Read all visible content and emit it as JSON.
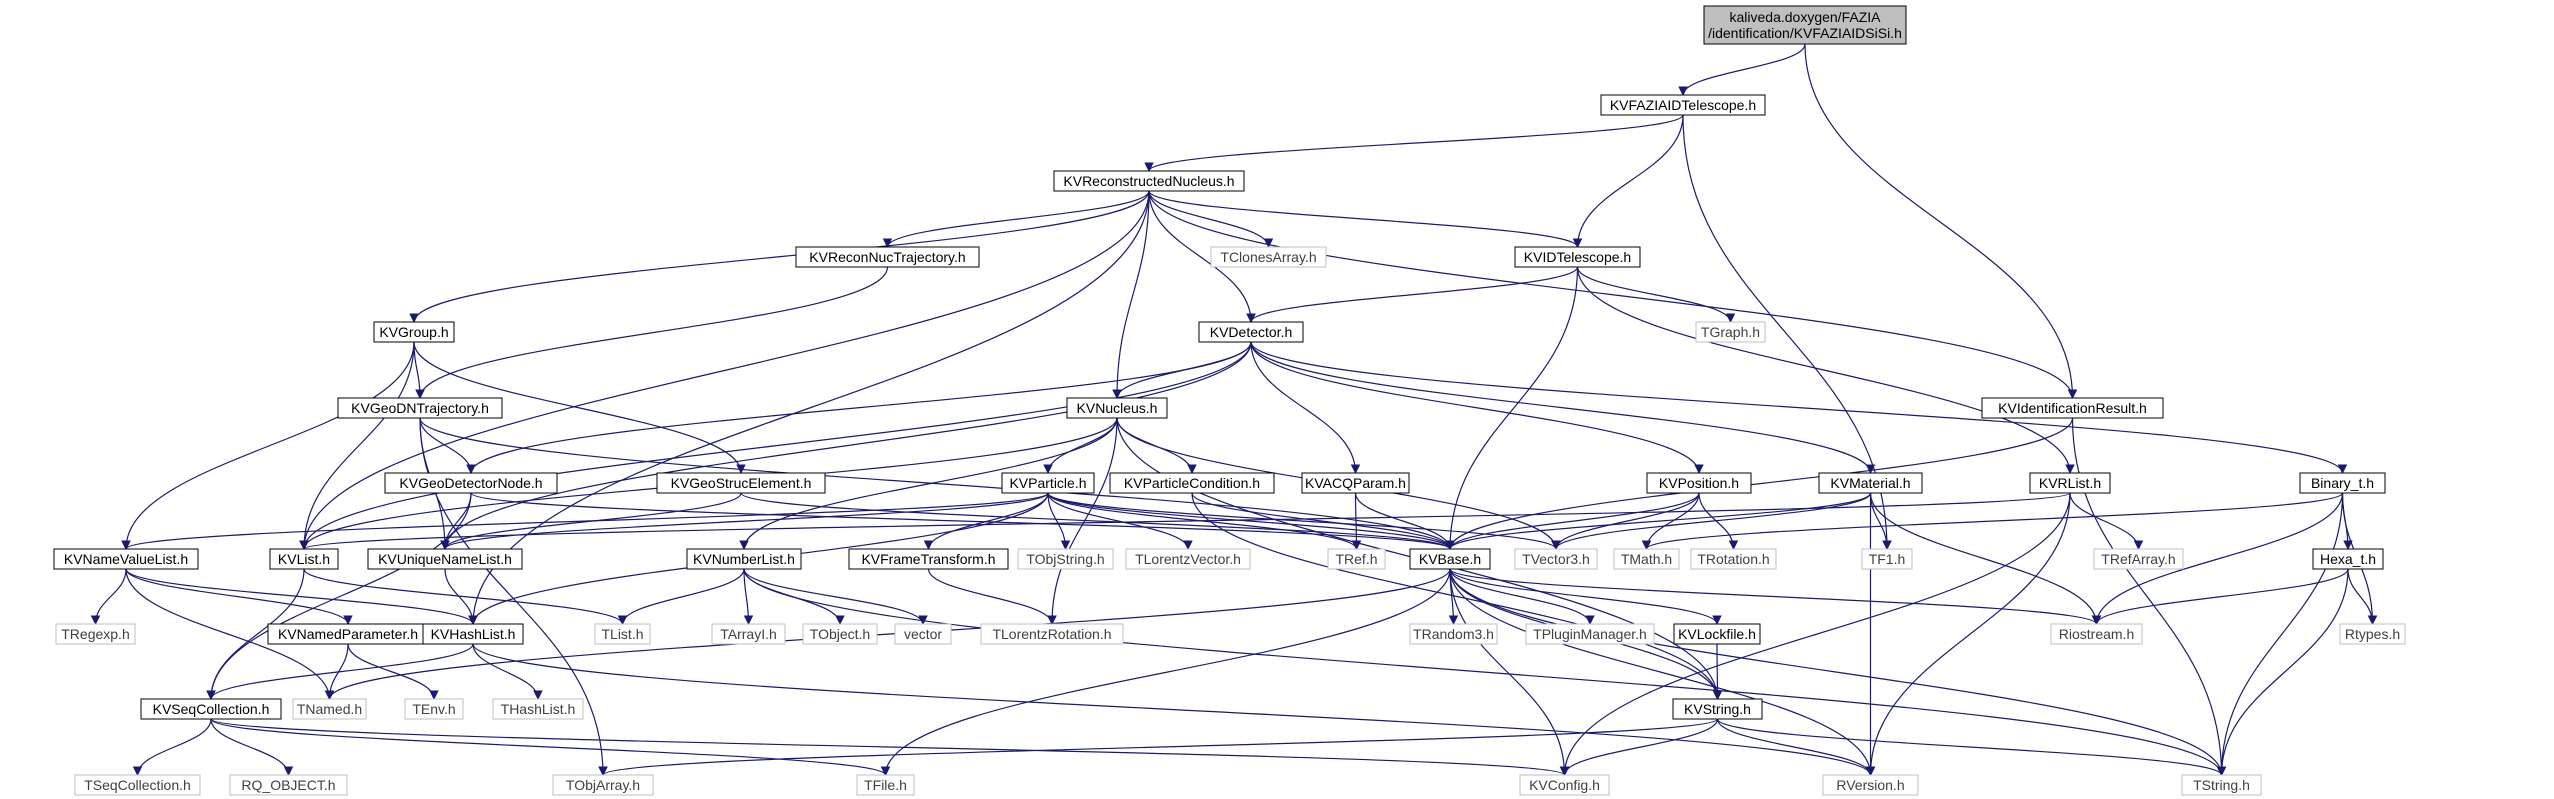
{
  "graph": {
    "colors": {
      "edge": "#191970",
      "root_fill": "#bfbfbf",
      "documented_border": "#000000",
      "external_border": "#bfbfbf",
      "external_text": "#404040"
    },
    "nodes": [
      {
        "id": "root",
        "lines": [
          "kaliveda.doxygen/FAZIA",
          "/identification/KVFAZIAIDSiSi.h"
        ],
        "kind": "root"
      },
      {
        "id": "KVFAZIAIDTelescope",
        "lines": [
          "KVFAZIAIDTelescope.h"
        ],
        "kind": "doc"
      },
      {
        "id": "KVReconstructedNucleus",
        "lines": [
          "KVReconstructedNucleus.h"
        ],
        "kind": "doc"
      },
      {
        "id": "TClonesArray",
        "lines": [
          "TClonesArray.h"
        ],
        "kind": "ext"
      },
      {
        "id": "KVReconNucTrajectory",
        "lines": [
          "KVReconNucTrajectory.h"
        ],
        "kind": "doc"
      },
      {
        "id": "KVIDTelescope",
        "lines": [
          "KVIDTelescope.h"
        ],
        "kind": "doc"
      },
      {
        "id": "TGraph",
        "lines": [
          "TGraph.h"
        ],
        "kind": "ext"
      },
      {
        "id": "KVGroup",
        "lines": [
          "KVGroup.h"
        ],
        "kind": "doc"
      },
      {
        "id": "KVDetector",
        "lines": [
          "KVDetector.h"
        ],
        "kind": "doc"
      },
      {
        "id": "KVGeoDNTrajectory",
        "lines": [
          "KVGeoDNTrajectory.h"
        ],
        "kind": "doc"
      },
      {
        "id": "KVNucleus",
        "lines": [
          "KVNucleus.h"
        ],
        "kind": "doc"
      },
      {
        "id": "KVIdentificationResult",
        "lines": [
          "KVIdentificationResult.h"
        ],
        "kind": "doc"
      },
      {
        "id": "KVGeoDetectorNode",
        "lines": [
          "KVGeoDetectorNode.h"
        ],
        "kind": "doc"
      },
      {
        "id": "KVGeoStrucElement",
        "lines": [
          "KVGeoStrucElement.h"
        ],
        "kind": "doc"
      },
      {
        "id": "KVParticle",
        "lines": [
          "KVParticle.h"
        ],
        "kind": "doc"
      },
      {
        "id": "KVParticleCondition",
        "lines": [
          "KVParticleCondition.h"
        ],
        "kind": "doc"
      },
      {
        "id": "KVACQParam",
        "lines": [
          "KVACQParam.h"
        ],
        "kind": "doc"
      },
      {
        "id": "KVPosition",
        "lines": [
          "KVPosition.h"
        ],
        "kind": "doc"
      },
      {
        "id": "KVMaterial",
        "lines": [
          "KVMaterial.h"
        ],
        "kind": "doc"
      },
      {
        "id": "KVRList",
        "lines": [
          "KVRList.h"
        ],
        "kind": "doc"
      },
      {
        "id": "Binary_t",
        "lines": [
          "Binary_t.h"
        ],
        "kind": "doc"
      },
      {
        "id": "KVNameValueList",
        "lines": [
          "KVNameValueList.h"
        ],
        "kind": "doc"
      },
      {
        "id": "KVList",
        "lines": [
          "KVList.h"
        ],
        "kind": "doc"
      },
      {
        "id": "KVUniqueNameList",
        "lines": [
          "KVUniqueNameList.h"
        ],
        "kind": "doc"
      },
      {
        "id": "KVNumberList",
        "lines": [
          "KVNumberList.h"
        ],
        "kind": "doc"
      },
      {
        "id": "KVFrameTransform",
        "lines": [
          "KVFrameTransform.h"
        ],
        "kind": "doc"
      },
      {
        "id": "TObjString",
        "lines": [
          "TObjString.h"
        ],
        "kind": "ext"
      },
      {
        "id": "TLorentzVector",
        "lines": [
          "TLorentzVector.h"
        ],
        "kind": "ext"
      },
      {
        "id": "TRef",
        "lines": [
          "TRef.h"
        ],
        "kind": "ext"
      },
      {
        "id": "KVBase",
        "lines": [
          "KVBase.h"
        ],
        "kind": "doc"
      },
      {
        "id": "TVector3",
        "lines": [
          "TVector3.h"
        ],
        "kind": "ext"
      },
      {
        "id": "TMath",
        "lines": [
          "TMath.h"
        ],
        "kind": "ext"
      },
      {
        "id": "TRotation",
        "lines": [
          "TRotation.h"
        ],
        "kind": "ext"
      },
      {
        "id": "TF1",
        "lines": [
          "TF1.h"
        ],
        "kind": "ext"
      },
      {
        "id": "TRefArray",
        "lines": [
          "TRefArray.h"
        ],
        "kind": "ext"
      },
      {
        "id": "Hexa_t",
        "lines": [
          "Hexa_t.h"
        ],
        "kind": "doc"
      },
      {
        "id": "TRegexp",
        "lines": [
          "TRegexp.h"
        ],
        "kind": "ext"
      },
      {
        "id": "KVNamedParameter",
        "lines": [
          "KVNamedParameter.h"
        ],
        "kind": "doc"
      },
      {
        "id": "KVHashList",
        "lines": [
          "KVHashList.h"
        ],
        "kind": "doc"
      },
      {
        "id": "TList",
        "lines": [
          "TList.h"
        ],
        "kind": "ext"
      },
      {
        "id": "TArrayI",
        "lines": [
          "TArrayI.h"
        ],
        "kind": "ext"
      },
      {
        "id": "TObject",
        "lines": [
          "TObject.h"
        ],
        "kind": "ext"
      },
      {
        "id": "vector",
        "lines": [
          "vector"
        ],
        "kind": "ext"
      },
      {
        "id": "TLorentzRotation",
        "lines": [
          "TLorentzRotation.h"
        ],
        "kind": "ext"
      },
      {
        "id": "TRandom3",
        "lines": [
          "TRandom3.h"
        ],
        "kind": "ext"
      },
      {
        "id": "TPluginManager",
        "lines": [
          "TPluginManager.h"
        ],
        "kind": "ext"
      },
      {
        "id": "KVLockfile",
        "lines": [
          "KVLockfile.h"
        ],
        "kind": "doc"
      },
      {
        "id": "Riostream",
        "lines": [
          "Riostream.h"
        ],
        "kind": "ext"
      },
      {
        "id": "Rtypes",
        "lines": [
          "Rtypes.h"
        ],
        "kind": "ext"
      },
      {
        "id": "KVSeqCollection",
        "lines": [
          "KVSeqCollection.h"
        ],
        "kind": "doc"
      },
      {
        "id": "TNamed",
        "lines": [
          "TNamed.h"
        ],
        "kind": "ext"
      },
      {
        "id": "TEnv",
        "lines": [
          "TEnv.h"
        ],
        "kind": "ext"
      },
      {
        "id": "THashList",
        "lines": [
          "THashList.h"
        ],
        "kind": "ext"
      },
      {
        "id": "KVString",
        "lines": [
          "KVString.h"
        ],
        "kind": "doc"
      },
      {
        "id": "TSeqCollection",
        "lines": [
          "TSeqCollection.h"
        ],
        "kind": "ext"
      },
      {
        "id": "RQ_OBJECT",
        "lines": [
          "RQ_OBJECT.h"
        ],
        "kind": "ext"
      },
      {
        "id": "TObjArray",
        "lines": [
          "TObjArray.h"
        ],
        "kind": "ext"
      },
      {
        "id": "TFile",
        "lines": [
          "TFile.h"
        ],
        "kind": "ext"
      },
      {
        "id": "KVConfig",
        "lines": [
          "KVConfig.h"
        ],
        "kind": "ext"
      },
      {
        "id": "RVersion",
        "lines": [
          "RVersion.h"
        ],
        "kind": "ext"
      },
      {
        "id": "TString",
        "lines": [
          "TString.h"
        ],
        "kind": "ext"
      }
    ],
    "edges": [
      [
        "root",
        "KVFAZIAIDTelescope"
      ],
      [
        "root",
        "KVIdentificationResult"
      ],
      [
        "KVFAZIAIDTelescope",
        "KVReconstructedNucleus"
      ],
      [
        "KVFAZIAIDTelescope",
        "KVIDTelescope"
      ],
      [
        "KVFAZIAIDTelescope",
        "TF1"
      ],
      [
        "KVReconstructedNucleus",
        "TClonesArray"
      ],
      [
        "KVReconstructedNucleus",
        "KVReconNucTrajectory"
      ],
      [
        "KVReconstructedNucleus",
        "KVIDTelescope"
      ],
      [
        "KVReconstructedNucleus",
        "KVGroup"
      ],
      [
        "KVReconstructedNucleus",
        "KVDetector"
      ],
      [
        "KVReconstructedNucleus",
        "KVNucleus"
      ],
      [
        "KVReconstructedNucleus",
        "KVIdentificationResult"
      ],
      [
        "KVReconstructedNucleus",
        "KVList"
      ],
      [
        "KVReconstructedNucleus",
        "KVHashList"
      ],
      [
        "KVReconNucTrajectory",
        "KVGeoDNTrajectory"
      ],
      [
        "KVIDTelescope",
        "TGraph"
      ],
      [
        "KVIDTelescope",
        "KVDetector"
      ],
      [
        "KVIDTelescope",
        "KVRList"
      ],
      [
        "KVIDTelescope",
        "KVBase"
      ],
      [
        "KVGroup",
        "KVGeoDNTrajectory"
      ],
      [
        "KVGroup",
        "KVGeoStrucElement"
      ],
      [
        "KVGroup",
        "KVNameValueList"
      ],
      [
        "KVGroup",
        "KVList"
      ],
      [
        "KVDetector",
        "KVNucleus"
      ],
      [
        "KVDetector",
        "KVGeoDetectorNode"
      ],
      [
        "KVDetector",
        "KVACQParam"
      ],
      [
        "KVDetector",
        "KVPosition"
      ],
      [
        "KVDetector",
        "KVMaterial"
      ],
      [
        "KVDetector",
        "Binary_t"
      ],
      [
        "KVDetector",
        "KVList"
      ],
      [
        "KVDetector",
        "KVUniqueNameList"
      ],
      [
        "KVGeoDNTrajectory",
        "KVGeoDetectorNode"
      ],
      [
        "KVGeoDNTrajectory",
        "KVUniqueNameList"
      ],
      [
        "KVGeoDNTrajectory",
        "KVBase"
      ],
      [
        "KVGeoDNTrajectory",
        "TObjArray"
      ],
      [
        "KVNucleus",
        "KVParticle"
      ],
      [
        "KVNucleus",
        "KVParticleCondition"
      ],
      [
        "KVNucleus",
        "KVNumberList"
      ],
      [
        "KVNucleus",
        "TVector3"
      ],
      [
        "KVNucleus",
        "KVString"
      ],
      [
        "KVNucleus",
        "KVList"
      ],
      [
        "KVNucleus",
        "TLorentzRotation"
      ],
      [
        "KVIdentificationResult",
        "KVBase"
      ],
      [
        "KVIdentificationResult",
        "TString"
      ],
      [
        "KVGeoDetectorNode",
        "KVBase"
      ],
      [
        "KVGeoDetectorNode",
        "KVUniqueNameList"
      ],
      [
        "KVGeoDetectorNode",
        "KVSeqCollection"
      ],
      [
        "KVGeoStrucElement",
        "KVBase"
      ],
      [
        "KVGeoStrucElement",
        "KVUniqueNameList"
      ],
      [
        "KVParticle",
        "KVFrameTransform"
      ],
      [
        "KVParticle",
        "TObjString"
      ],
      [
        "KVParticle",
        "TLorentzVector"
      ],
      [
        "KVParticle",
        "TRef"
      ],
      [
        "KVParticle",
        "KVBase"
      ],
      [
        "KVParticle",
        "TVector3"
      ],
      [
        "KVParticle",
        "KVNameValueList"
      ],
      [
        "KVParticle",
        "KVUniqueNameList"
      ],
      [
        "KVParticle",
        "KVHashList"
      ],
      [
        "KVParticleCondition",
        "KVBase"
      ],
      [
        "KVParticleCondition",
        "KVString"
      ],
      [
        "KVACQParam",
        "TRef"
      ],
      [
        "KVACQParam",
        "KVBase"
      ],
      [
        "KVPosition",
        "KVBase"
      ],
      [
        "KVPosition",
        "TVector3"
      ],
      [
        "KVPosition",
        "TMath"
      ],
      [
        "KVPosition",
        "TRotation"
      ],
      [
        "KVMaterial",
        "KVBase"
      ],
      [
        "KVMaterial",
        "TVector3"
      ],
      [
        "KVMaterial",
        "TF1"
      ],
      [
        "KVMaterial",
        "Riostream"
      ],
      [
        "KVMaterial",
        "RVersion"
      ],
      [
        "KVRList",
        "KVList"
      ],
      [
        "KVRList",
        "TRefArray"
      ],
      [
        "KVRList",
        "KVConfig"
      ],
      [
        "KVRList",
        "RVersion"
      ],
      [
        "Binary_t",
        "TMath"
      ],
      [
        "Binary_t",
        "Hexa_t"
      ],
      [
        "Binary_t",
        "Riostream"
      ],
      [
        "Binary_t",
        "Rtypes"
      ],
      [
        "Binary_t",
        "TString"
      ],
      [
        "Hexa_t",
        "Riostream"
      ],
      [
        "Hexa_t",
        "Rtypes"
      ],
      [
        "Hexa_t",
        "TString"
      ],
      [
        "KVNameValueList",
        "TRegexp"
      ],
      [
        "KVNameValueList",
        "KVNamedParameter"
      ],
      [
        "KVNameValueList",
        "KVHashList"
      ],
      [
        "KVNameValueList",
        "TNamed"
      ],
      [
        "KVList",
        "TList"
      ],
      [
        "KVList",
        "KVSeqCollection"
      ],
      [
        "KVUniqueNameList",
        "KVHashList"
      ],
      [
        "KVNumberList",
        "TList"
      ],
      [
        "KVNumberList",
        "TArrayI"
      ],
      [
        "KVNumberList",
        "TObject"
      ],
      [
        "KVNumberList",
        "vector"
      ],
      [
        "KVNumberList",
        "TString"
      ],
      [
        "KVFrameTransform",
        "TLorentzRotation"
      ],
      [
        "KVBase",
        "TRandom3"
      ],
      [
        "KVBase",
        "TPluginManager"
      ],
      [
        "KVBase",
        "KVLockfile"
      ],
      [
        "KVBase",
        "Riostream"
      ],
      [
        "KVBase",
        "TNamed"
      ],
      [
        "KVBase",
        "TFile"
      ],
      [
        "KVBase",
        "KVConfig"
      ],
      [
        "KVBase",
        "RVersion"
      ],
      [
        "KVBase",
        "TString"
      ],
      [
        "KVBase",
        "KVString"
      ],
      [
        "KVLockfile",
        "KVString"
      ],
      [
        "KVNamedParameter",
        "TNamed"
      ],
      [
        "KVNamedParameter",
        "TEnv"
      ],
      [
        "KVHashList",
        "KVSeqCollection"
      ],
      [
        "KVHashList",
        "THashList"
      ],
      [
        "KVHashList",
        "RVersion"
      ],
      [
        "KVSeqCollection",
        "TSeqCollection"
      ],
      [
        "KVSeqCollection",
        "RQ_OBJECT"
      ],
      [
        "KVSeqCollection",
        "KVConfig"
      ],
      [
        "KVSeqCollection",
        "TFile"
      ],
      [
        "KVString",
        "TObjArray"
      ],
      [
        "KVString",
        "KVConfig"
      ],
      [
        "KVString",
        "RVersion"
      ],
      [
        "KVString",
        "TString"
      ]
    ]
  }
}
